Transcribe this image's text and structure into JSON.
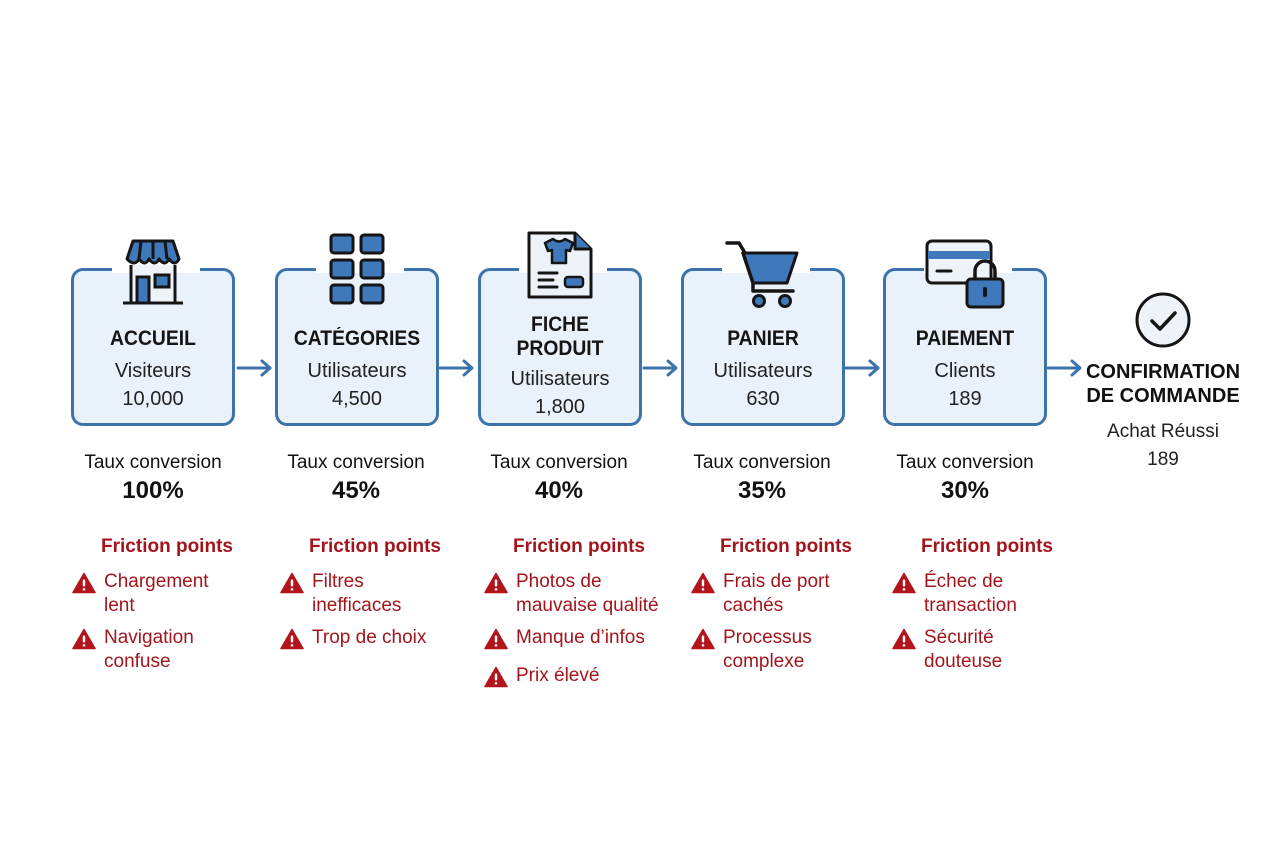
{
  "colors": {
    "card_fill": "#e9f1fa",
    "card_border": "#3c73aa",
    "icon_blue": "#3f78bb",
    "friction_red": "#a3151c",
    "text": "#151515"
  },
  "stages": [
    {
      "id": "accueil",
      "icon": "storefront-icon",
      "title_lines": [
        "ACCUEIL"
      ],
      "metric_label": "Visiteurs",
      "metric_value": "10,000",
      "conversion_label": "Taux conversion",
      "conversion_value": "100%",
      "friction_title": "Friction points",
      "friction_points": [
        [
          "Chargement",
          "lent"
        ],
        [
          "Navigation",
          "confuse"
        ]
      ]
    },
    {
      "id": "categories",
      "icon": "grid-icon",
      "title_lines": [
        "CATÉGORIES"
      ],
      "metric_label": "Utilisateurs",
      "metric_value": "4,500",
      "conversion_label": "Taux conversion",
      "conversion_value": "45%",
      "friction_title": "Friction points",
      "friction_points": [
        [
          "Filtres",
          "inefficaces"
        ],
        [
          "Trop de choix"
        ]
      ]
    },
    {
      "id": "fiche-produit",
      "icon": "product-sheet-icon",
      "title_lines": [
        "FICHE",
        "PRODUIT"
      ],
      "metric_label": "Utilisateurs",
      "metric_value": "1,800",
      "conversion_label": "Taux conversion",
      "conversion_value": "40%",
      "friction_title": "Friction points",
      "friction_points": [
        [
          "Photos de",
          "mauvaise qualité"
        ],
        [
          "Manque d’infos"
        ],
        [
          "Prix élevé"
        ]
      ]
    },
    {
      "id": "panier",
      "icon": "shopping-cart-icon",
      "title_lines": [
        "PANIER"
      ],
      "metric_label": "Utilisateurs",
      "metric_value": "630",
      "conversion_label": "Taux conversion",
      "conversion_value": "35%",
      "friction_title": "Friction points",
      "friction_points": [
        [
          "Frais de port",
          "cachés"
        ],
        [
          "Processus",
          "complexe"
        ]
      ]
    },
    {
      "id": "paiement",
      "icon": "credit-card-lock-icon",
      "title_lines": [
        "PAIEMENT"
      ],
      "metric_label": "Clients",
      "metric_value": "189",
      "conversion_label": "Taux conversion",
      "conversion_value": "30%",
      "friction_title": "Friction points",
      "friction_points": [
        [
          "Échec de",
          "transaction"
        ],
        [
          "Sécurité",
          "douteuse"
        ]
      ]
    }
  ],
  "final": {
    "icon": "check-circle-icon",
    "title_lines": [
      "CONFIRMATION",
      "DE COMMANDE"
    ],
    "label": "Achat Réussi",
    "value": "189"
  }
}
